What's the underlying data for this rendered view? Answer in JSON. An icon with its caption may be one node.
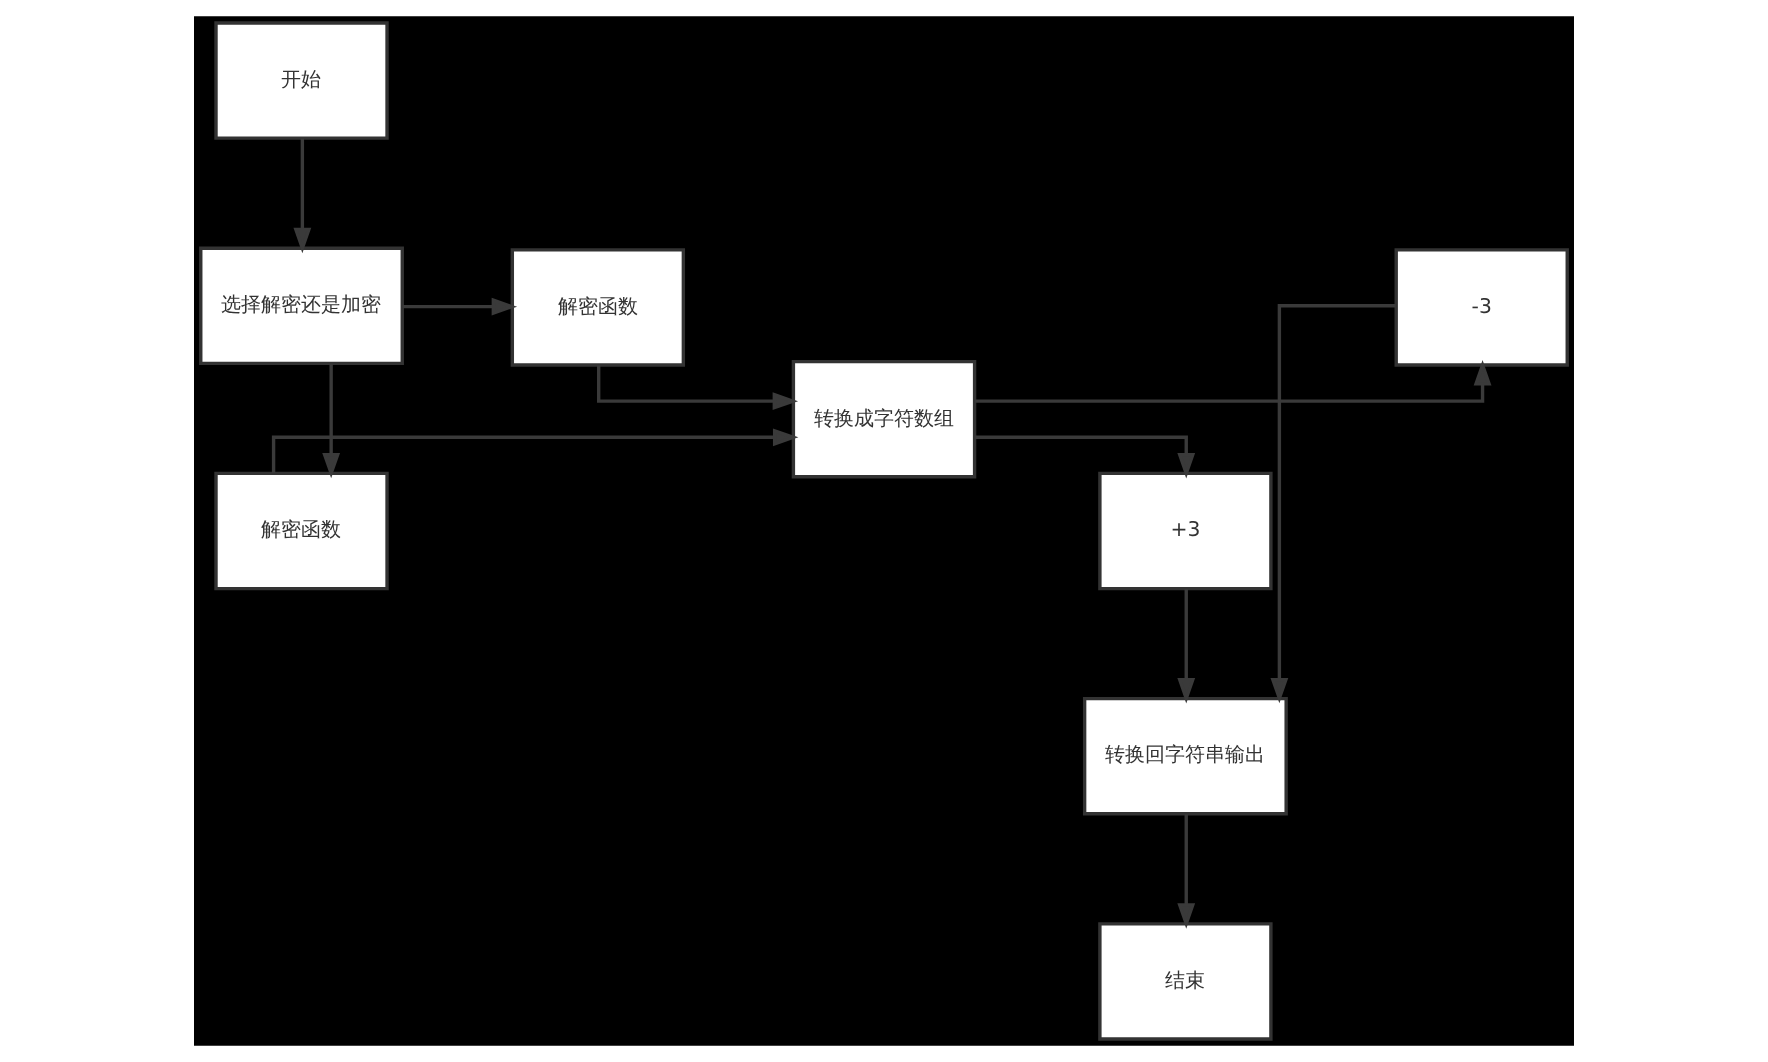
{
  "diagram": {
    "nodes": [
      {
        "text": [
          "开始"
        ]
      },
      {
        "text": [
          "选择解密还是加密"
        ]
      },
      {
        "text": [
          "解密函数"
        ]
      },
      {
        "text": [
          "转换成字符数组"
        ]
      },
      {
        "text": [
          "-3"
        ]
      },
      {
        "text": [
          "+3"
        ]
      },
      {
        "text": [
          "解密函数"
        ]
      },
      {
        "text": [
          "转换回字符串输出"
        ]
      },
      {
        "text": [
          "结束"
        ]
      }
    ],
    "edges": [
      {
        "from": 0,
        "to": 1,
        "arrow": "to"
      },
      {
        "from": 1,
        "to": 2,
        "arrow": "to"
      },
      {
        "from": 1,
        "to": 6,
        "arrow": "to"
      },
      {
        "from": 2,
        "to": 3,
        "arrow": "to"
      },
      {
        "from": 6,
        "to": 3,
        "arrow": "to"
      },
      {
        "from": 3,
        "to": 4,
        "arrow": "to"
      },
      {
        "from": 3,
        "to": 5,
        "arrow": "to"
      },
      {
        "from": 5,
        "to": 7,
        "arrow": "to"
      },
      {
        "from": 4,
        "to": 7,
        "arrow": "to"
      },
      {
        "from": 7,
        "to": 8,
        "arrow": "to"
      }
    ]
  }
}
